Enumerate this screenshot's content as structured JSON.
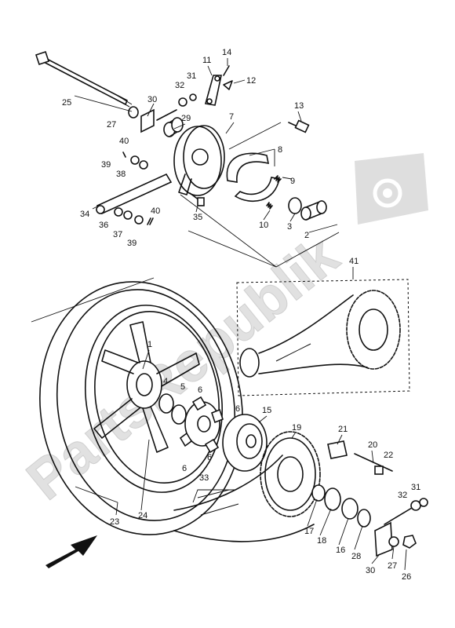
{
  "watermark": {
    "text": "PartsRepublik"
  },
  "callouts": [
    {
      "id": "c1",
      "label": "1"
    },
    {
      "id": "c2",
      "label": "2"
    },
    {
      "id": "c3",
      "label": "3"
    },
    {
      "id": "c4",
      "label": "4"
    },
    {
      "id": "c5",
      "label": "5"
    },
    {
      "id": "c6a",
      "label": "6"
    },
    {
      "id": "c6b",
      "label": "6"
    },
    {
      "id": "c6c",
      "label": "6"
    },
    {
      "id": "c6d",
      "label": "6"
    },
    {
      "id": "c7",
      "label": "7"
    },
    {
      "id": "c8",
      "label": "8"
    },
    {
      "id": "c9",
      "label": "9"
    },
    {
      "id": "c10",
      "label": "10"
    },
    {
      "id": "c11",
      "label": "11"
    },
    {
      "id": "c12",
      "label": "12"
    },
    {
      "id": "c13",
      "label": "13"
    },
    {
      "id": "c14",
      "label": "14"
    },
    {
      "id": "c15",
      "label": "15"
    },
    {
      "id": "c16",
      "label": "16"
    },
    {
      "id": "c17",
      "label": "17"
    },
    {
      "id": "c18",
      "label": "18"
    },
    {
      "id": "c19",
      "label": "19"
    },
    {
      "id": "c20",
      "label": "20"
    },
    {
      "id": "c21",
      "label": "21"
    },
    {
      "id": "c22",
      "label": "22"
    },
    {
      "id": "c23",
      "label": "23"
    },
    {
      "id": "c24",
      "label": "24"
    },
    {
      "id": "c25",
      "label": "25"
    },
    {
      "id": "c26",
      "label": "26"
    },
    {
      "id": "c27a",
      "label": "27"
    },
    {
      "id": "c27b",
      "label": "27"
    },
    {
      "id": "c28",
      "label": "28"
    },
    {
      "id": "c29",
      "label": "29"
    },
    {
      "id": "c30a",
      "label": "30"
    },
    {
      "id": "c30b",
      "label": "30"
    },
    {
      "id": "c31a",
      "label": "31"
    },
    {
      "id": "c31b",
      "label": "31"
    },
    {
      "id": "c32a",
      "label": "32"
    },
    {
      "id": "c32b",
      "label": "32"
    },
    {
      "id": "c33",
      "label": "33"
    },
    {
      "id": "c34",
      "label": "34"
    },
    {
      "id": "c35",
      "label": "35"
    },
    {
      "id": "c36",
      "label": "36"
    },
    {
      "id": "c37",
      "label": "37"
    },
    {
      "id": "c38",
      "label": "38"
    },
    {
      "id": "c39a",
      "label": "39"
    },
    {
      "id": "c39b",
      "label": "39"
    },
    {
      "id": "c40a",
      "label": "40"
    },
    {
      "id": "c40b",
      "label": "40"
    },
    {
      "id": "c41",
      "label": "41"
    }
  ]
}
